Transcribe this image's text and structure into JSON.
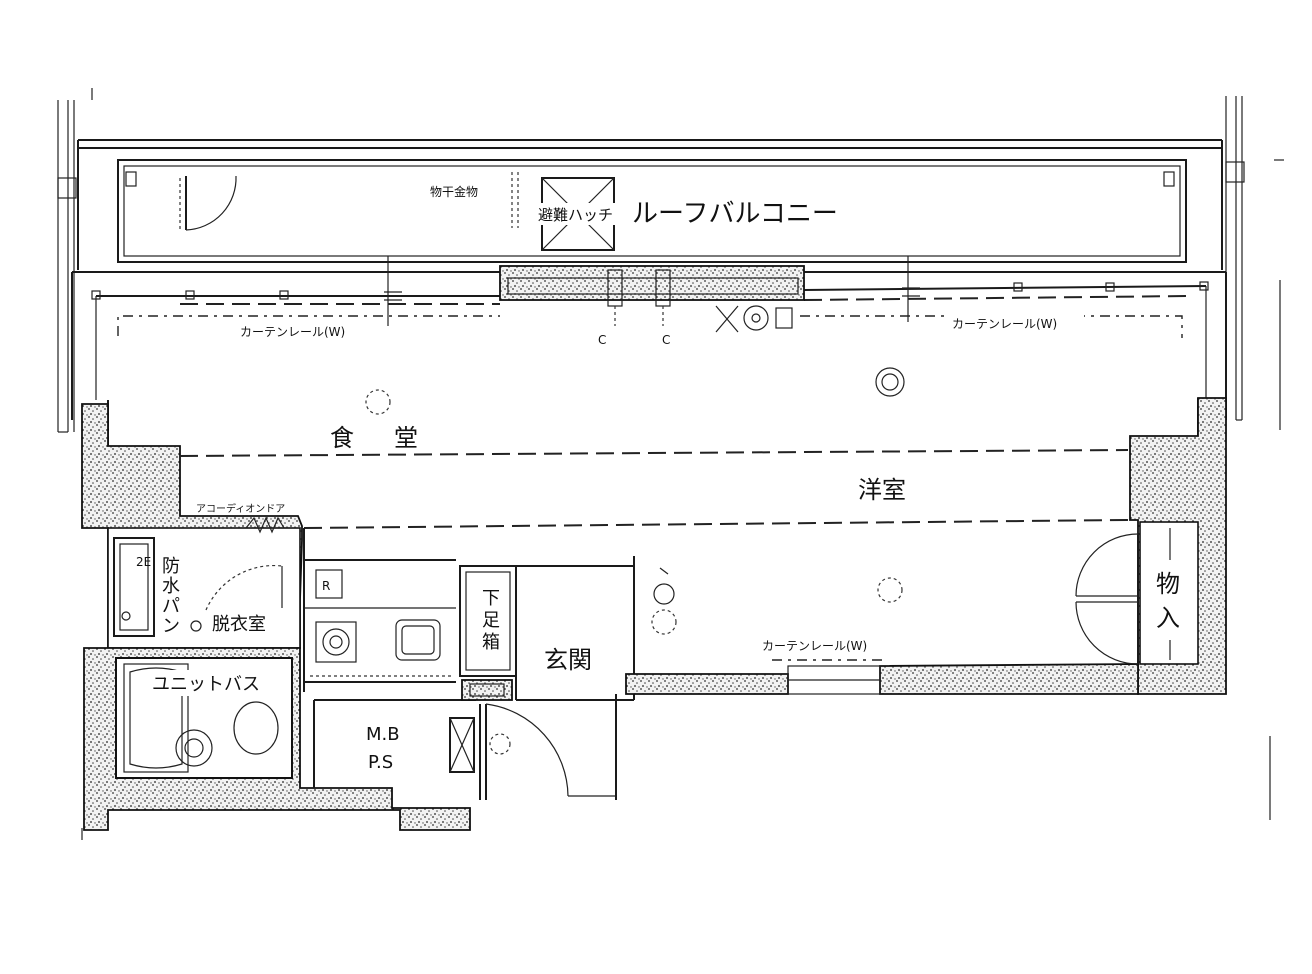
{
  "labels": {
    "laundry_fixture": "物干金物",
    "escape_hatch": "避難ハッチ",
    "roof_balcony": "ルーフバルコニー",
    "curtain_rail_left": "カーテンレール(W)",
    "curtain_rail_right": "カーテンレール(W)",
    "curtain_rail_bottom": "カーテンレール(W)",
    "dining_room_1": "食",
    "dining_room_2": "堂",
    "western_room": "洋室",
    "accordion_door": "アコーディオンドア",
    "waterproof_pan_1": "防",
    "waterproof_pan_2": "水",
    "waterproof_pan_3": "パ",
    "waterproof_pan_4": "ン",
    "dressing_room": "脱衣室",
    "unit_bath": "ユニットバス",
    "shoe_box_1": "下",
    "shoe_box_2": "足",
    "shoe_box_3": "箱",
    "entrance": "玄関",
    "storage_1": "物",
    "storage_2": "入",
    "mb_ps_1": "M.B",
    "mb_ps_2": "P.S",
    "fridge_mark": "R",
    "wp_mark": "2E",
    "c_mark_1": "C",
    "c_mark_2": "C"
  }
}
